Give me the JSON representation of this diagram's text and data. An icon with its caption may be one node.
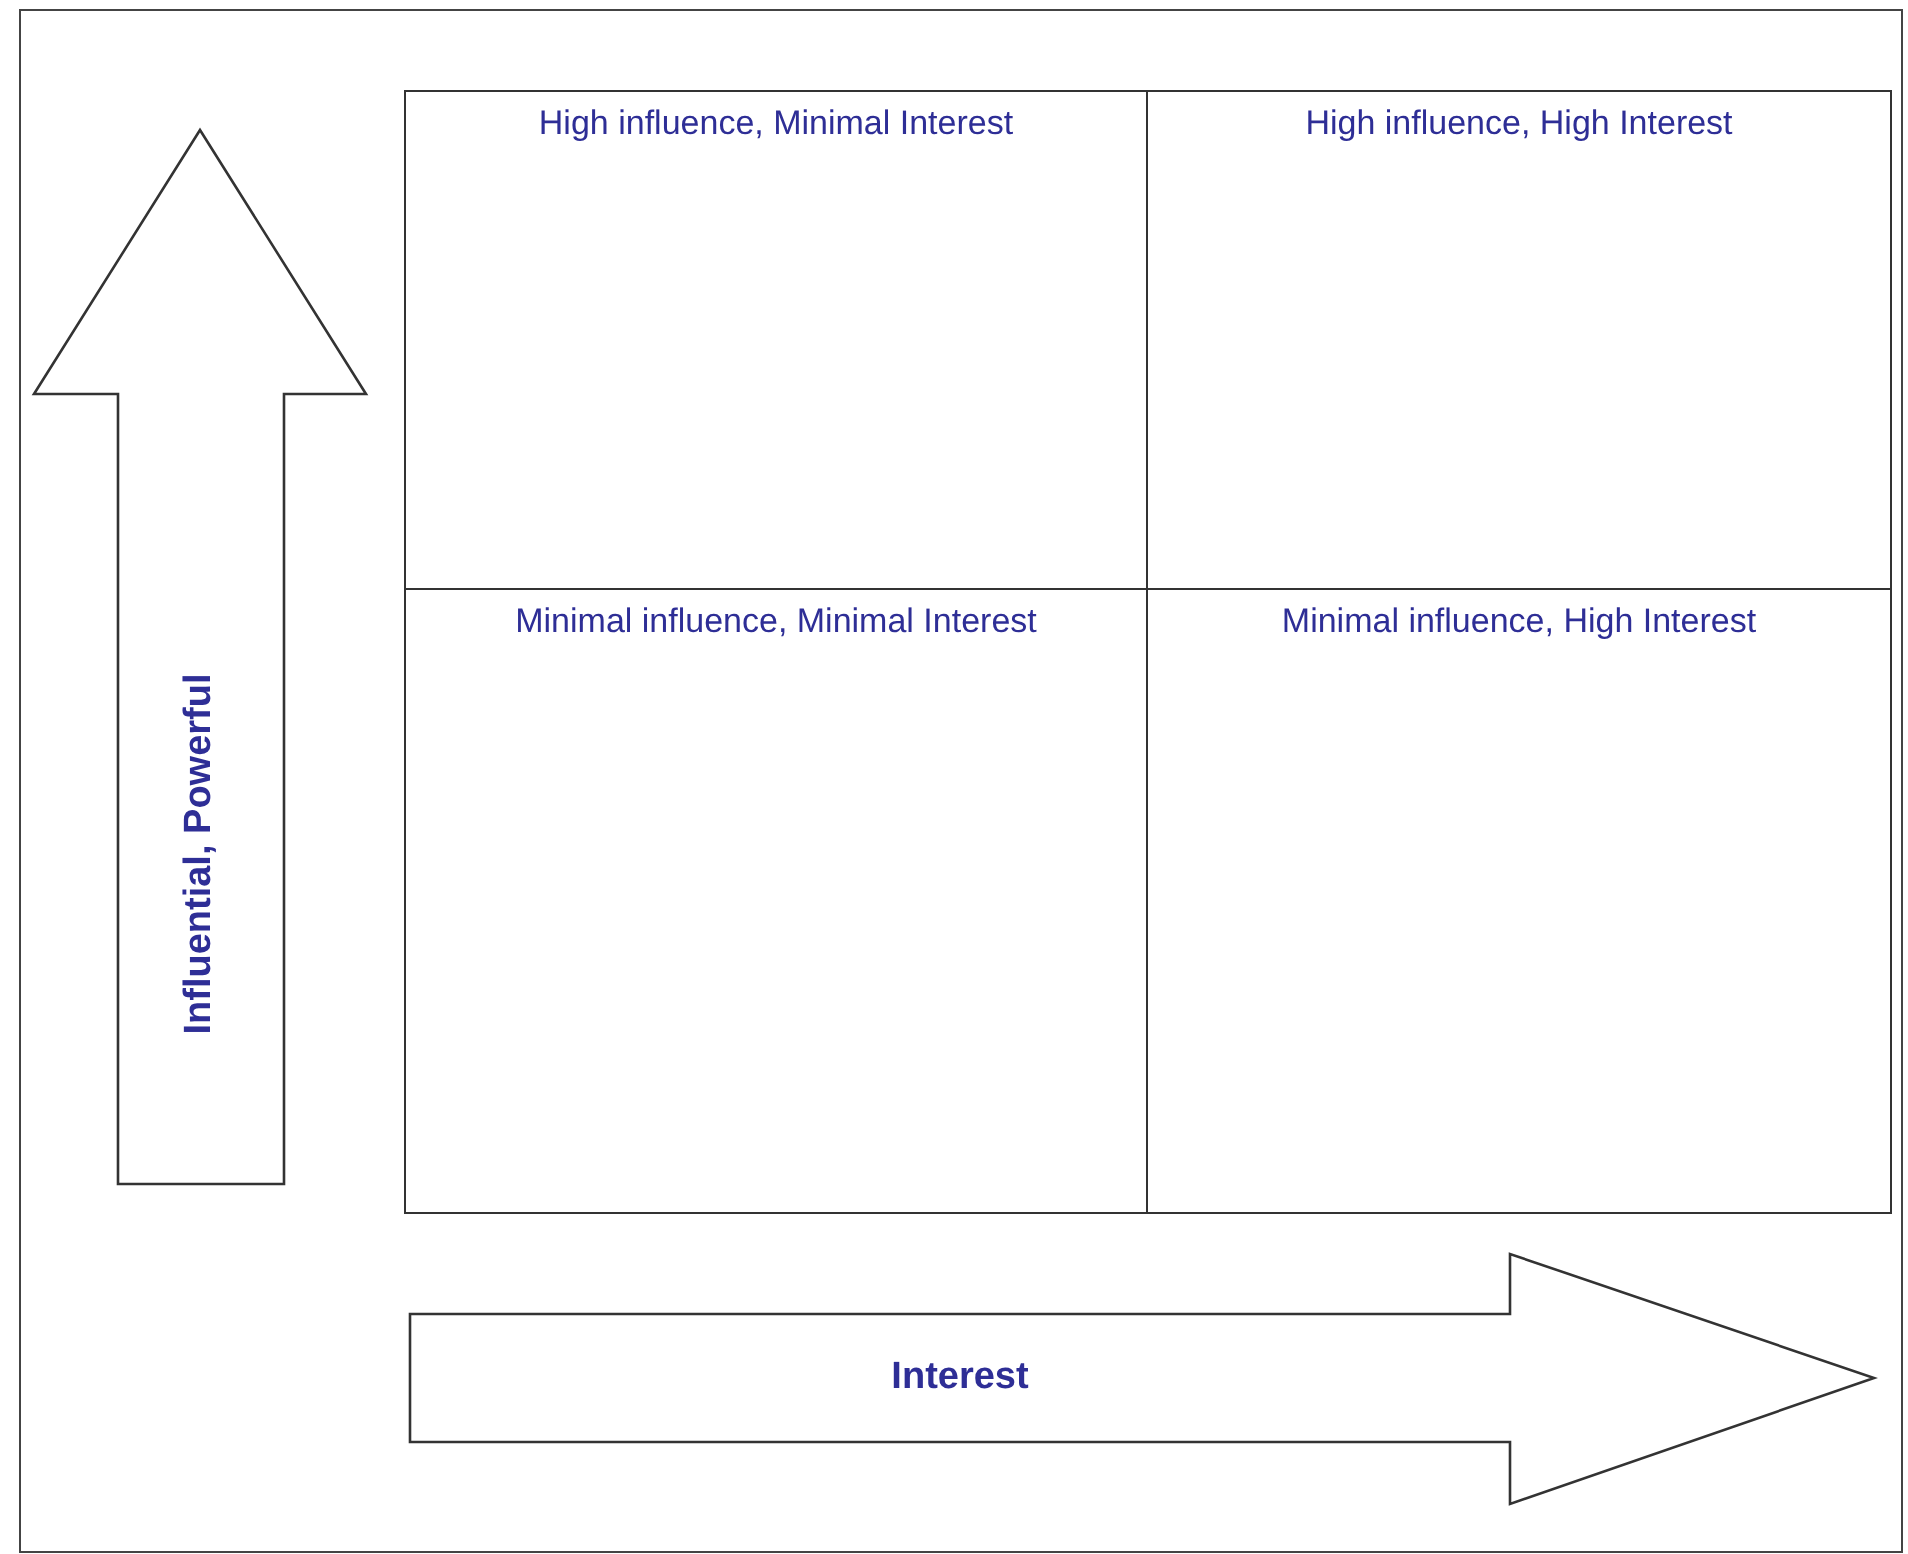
{
  "diagram": {
    "nodes": [
      {
        "text": [
          "High influence, Minimal Interest"
        ]
      },
      {
        "text": [
          "High influence, High Interest"
        ]
      },
      {
        "text": [
          "Minimal influence, Minimal Interest"
        ]
      },
      {
        "text": [
          "Minimal influence, High Interest"
        ]
      },
      {
        "text": [
          "Influential, Powerful"
        ]
      },
      {
        "text": [
          "Interest"
        ]
      }
    ],
    "edges": []
  }
}
